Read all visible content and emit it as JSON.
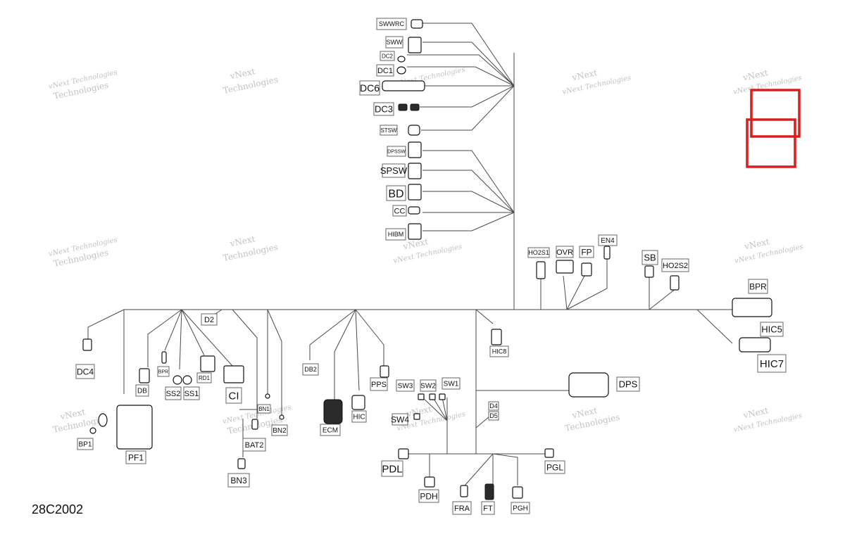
{
  "watermark": {
    "line1": "vNext",
    "line2": "Technologies",
    "line3": "vNext Technologies"
  },
  "diagram_code": "28C2002",
  "highlight_color": "#d81e1e",
  "labels": [
    {
      "key": "swwrc",
      "text": "SWWRC"
    },
    {
      "key": "sww",
      "text": "SWW"
    },
    {
      "key": "dc2",
      "text": "DC2"
    },
    {
      "key": "dc1",
      "text": "DC1"
    },
    {
      "key": "dc6",
      "text": "DC6"
    },
    {
      "key": "dc3",
      "text": "DC3"
    },
    {
      "key": "stsw",
      "text": "STSW"
    },
    {
      "key": "dpssw",
      "text": "DPSSW"
    },
    {
      "key": "spsw",
      "text": "SPSW"
    },
    {
      "key": "bd",
      "text": "BD"
    },
    {
      "key": "cc",
      "text": "CC"
    },
    {
      "key": "hibm",
      "text": "HIBM"
    },
    {
      "key": "ho2s1",
      "text": "HO2S1"
    },
    {
      "key": "ovr",
      "text": "OVR"
    },
    {
      "key": "fp",
      "text": "FP"
    },
    {
      "key": "en4",
      "text": "EN4"
    },
    {
      "key": "sb",
      "text": "SB"
    },
    {
      "key": "ho2s2",
      "text": "HO2S2"
    },
    {
      "key": "bpr_right",
      "text": "BPR"
    },
    {
      "key": "hic5",
      "text": "HIC5"
    },
    {
      "key": "hic7",
      "text": "HIC7"
    },
    {
      "key": "hic8",
      "text": "HIC8"
    },
    {
      "key": "dps",
      "text": "DPS"
    },
    {
      "key": "d2",
      "text": "D2"
    },
    {
      "key": "dc4",
      "text": "DC4"
    },
    {
      "key": "db",
      "text": "DB"
    },
    {
      "key": "bpr_left",
      "text": "BPR"
    },
    {
      "key": "ss2",
      "text": "SS2"
    },
    {
      "key": "ss1",
      "text": "SS1"
    },
    {
      "key": "rd1",
      "text": "RD1"
    },
    {
      "key": "ci",
      "text": "CI"
    },
    {
      "key": "db2",
      "text": "DB2"
    },
    {
      "key": "pps",
      "text": "PPS"
    },
    {
      "key": "ecm",
      "text": "ECM"
    },
    {
      "key": "hic",
      "text": "HIC"
    },
    {
      "key": "sw3",
      "text": "SW3"
    },
    {
      "key": "sw2",
      "text": "SW2"
    },
    {
      "key": "sw1",
      "text": "SW1"
    },
    {
      "key": "sw4",
      "text": "SW4"
    },
    {
      "key": "d4",
      "text": "D4"
    },
    {
      "key": "d5",
      "text": "D5"
    },
    {
      "key": "bn1",
      "text": "BN1"
    },
    {
      "key": "bn2",
      "text": "BN2"
    },
    {
      "key": "bat2",
      "text": "BAT2"
    },
    {
      "key": "bn3",
      "text": "BN3"
    },
    {
      "key": "bp1",
      "text": "BP1"
    },
    {
      "key": "pf1",
      "text": "PF1"
    },
    {
      "key": "pdl",
      "text": "PDL"
    },
    {
      "key": "pdh",
      "text": "PDH"
    },
    {
      "key": "fra",
      "text": "FRA"
    },
    {
      "key": "ft",
      "text": "FT"
    },
    {
      "key": "pgh",
      "text": "PGH"
    },
    {
      "key": "pgl",
      "text": "PGL"
    }
  ]
}
